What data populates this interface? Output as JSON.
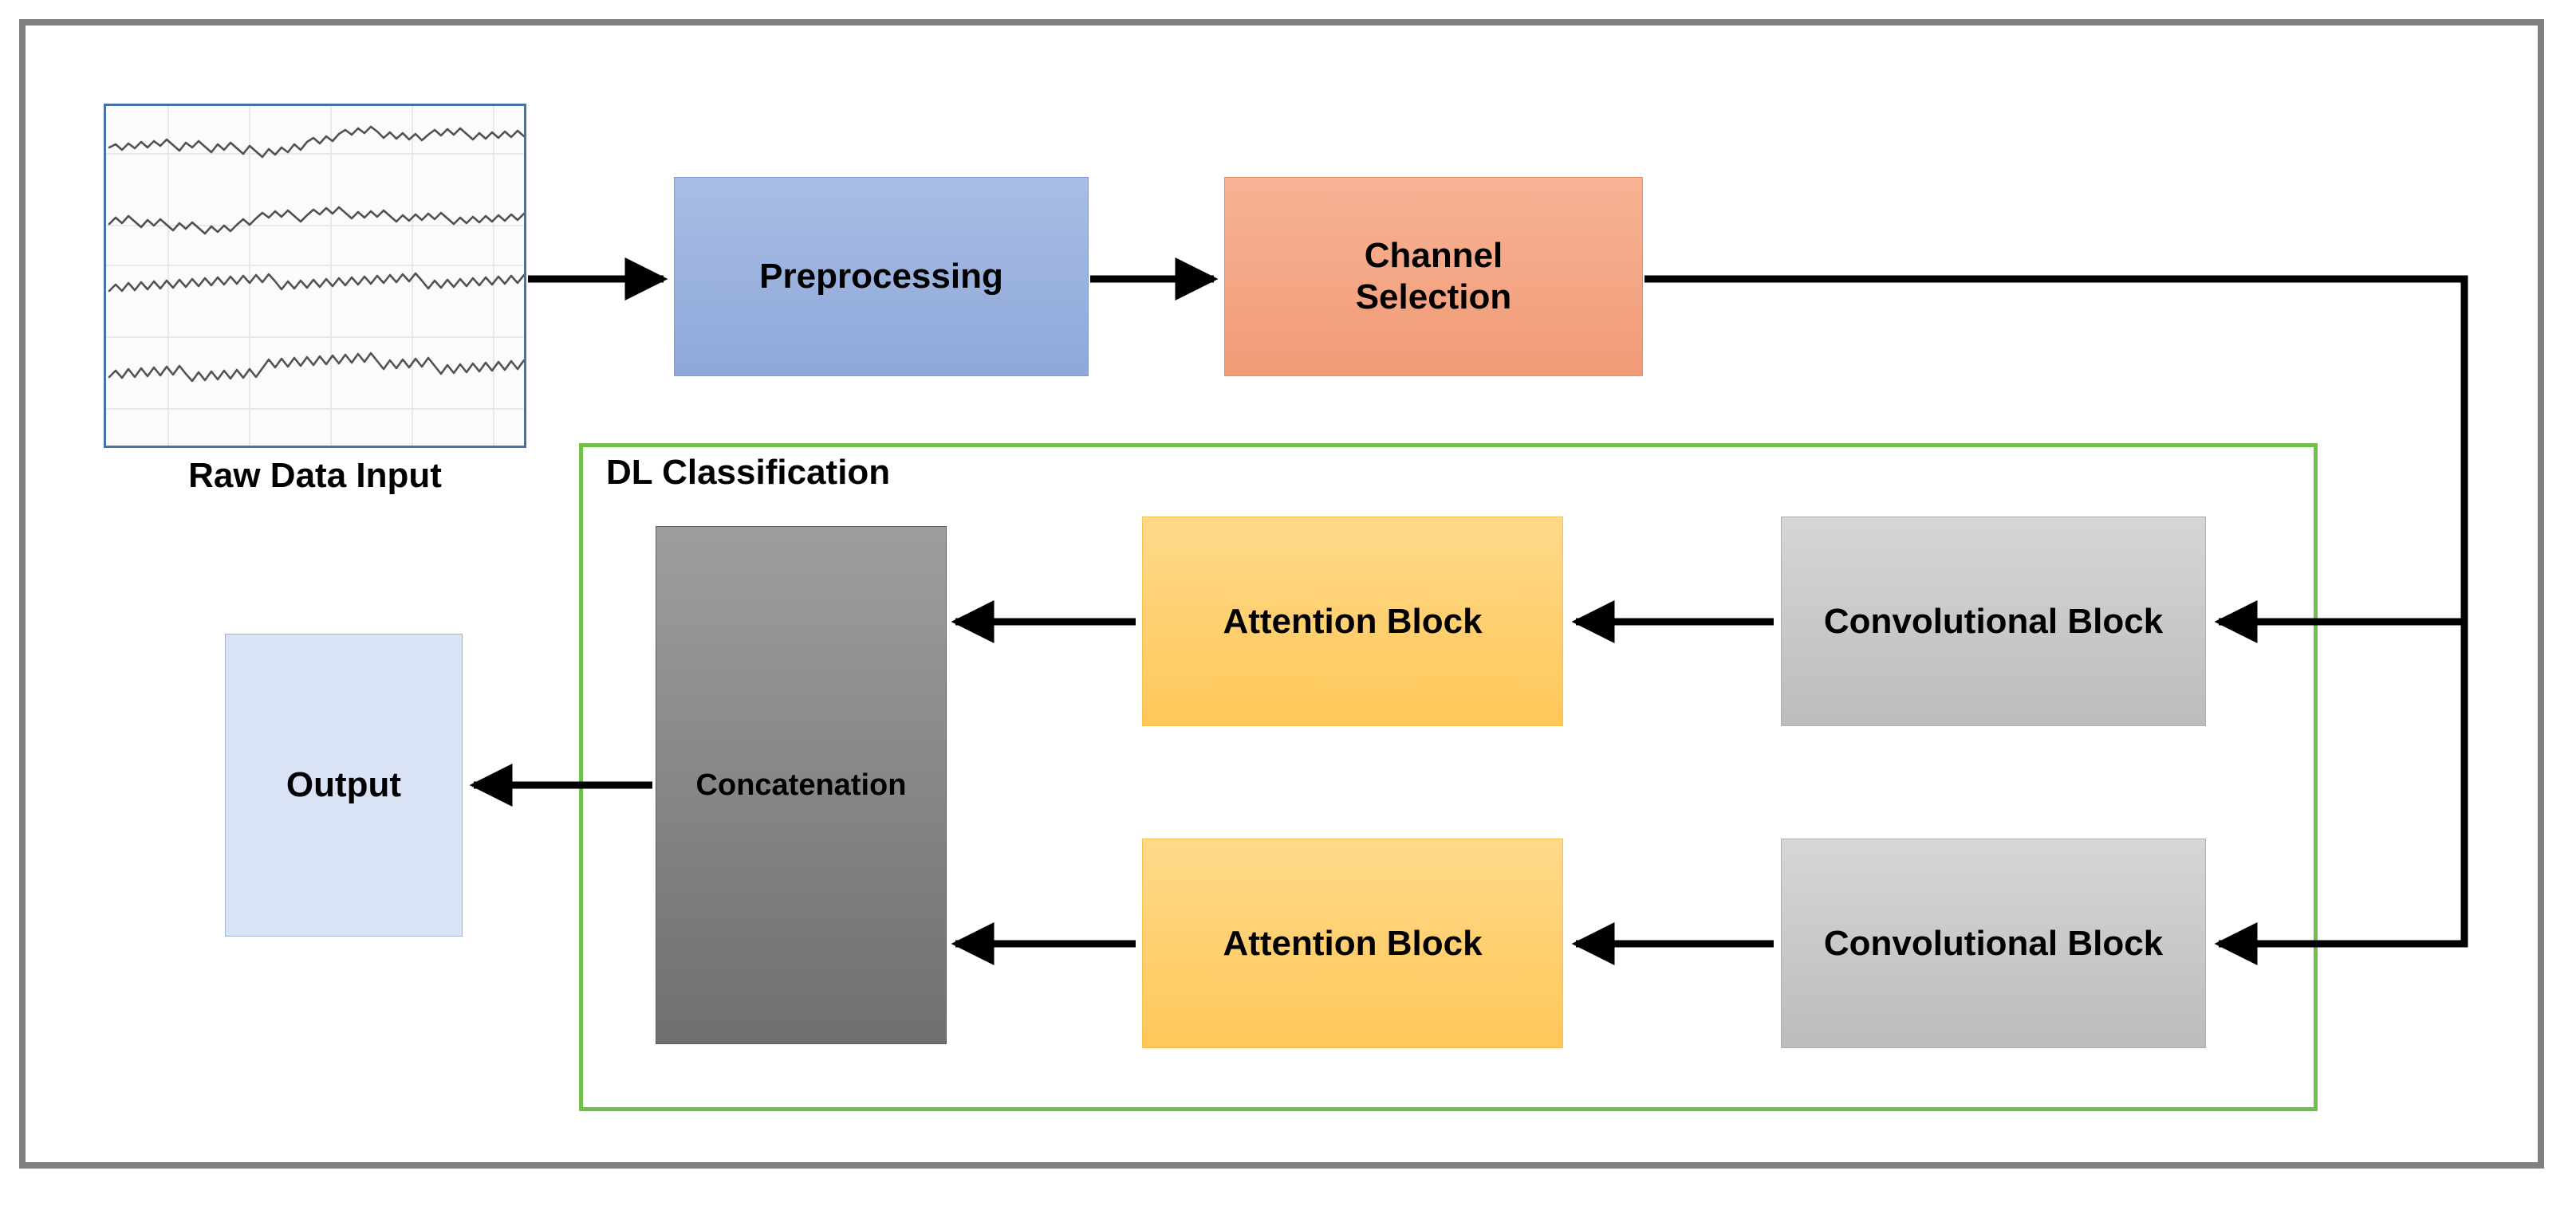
{
  "diagram": {
    "title": "Raw Data Input",
    "frame_color": "#808080",
    "group": {
      "label": "DL Classification",
      "border_color": "#70c04a"
    },
    "nodes": {
      "raw_data_input": {
        "label": "Raw Data Input",
        "border_color": "#4472a8",
        "signal_channels": 4
      },
      "preprocessing": {
        "label": "Preprocessing",
        "color": "#9db2dc"
      },
      "channel_selection": {
        "label": "Channel\nSelection",
        "color": "#f4a582"
      },
      "convolutional_block_top": {
        "label": "Convolutional Block",
        "color": "#c8c8c8"
      },
      "convolutional_block_bottom": {
        "label": "Convolutional Block",
        "color": "#c8c8c8"
      },
      "attention_block_top": {
        "label": "Attention Block",
        "color": "#ffce6e"
      },
      "attention_block_bottom": {
        "label": "Attention Block",
        "color": "#ffce6e"
      },
      "concatenation": {
        "label": "Concatenation",
        "color": "#878787"
      },
      "output": {
        "label": "Output",
        "color": "#d9e3f5"
      }
    },
    "edges": [
      {
        "from": "raw_data_input",
        "to": "preprocessing",
        "style": "arrow"
      },
      {
        "from": "preprocessing",
        "to": "channel_selection",
        "style": "arrow"
      },
      {
        "from": "channel_selection",
        "to": "convolutional_block_top",
        "style": "arrow"
      },
      {
        "from": "channel_selection",
        "to": "convolutional_block_bottom",
        "style": "arrow"
      },
      {
        "from": "convolutional_block_top",
        "to": "attention_block_top",
        "style": "arrow"
      },
      {
        "from": "convolutional_block_bottom",
        "to": "attention_block_bottom",
        "style": "arrow"
      },
      {
        "from": "attention_block_top",
        "to": "concatenation",
        "style": "arrow"
      },
      {
        "from": "attention_block_bottom",
        "to": "concatenation",
        "style": "arrow"
      },
      {
        "from": "concatenation",
        "to": "output",
        "style": "arrow"
      }
    ]
  }
}
